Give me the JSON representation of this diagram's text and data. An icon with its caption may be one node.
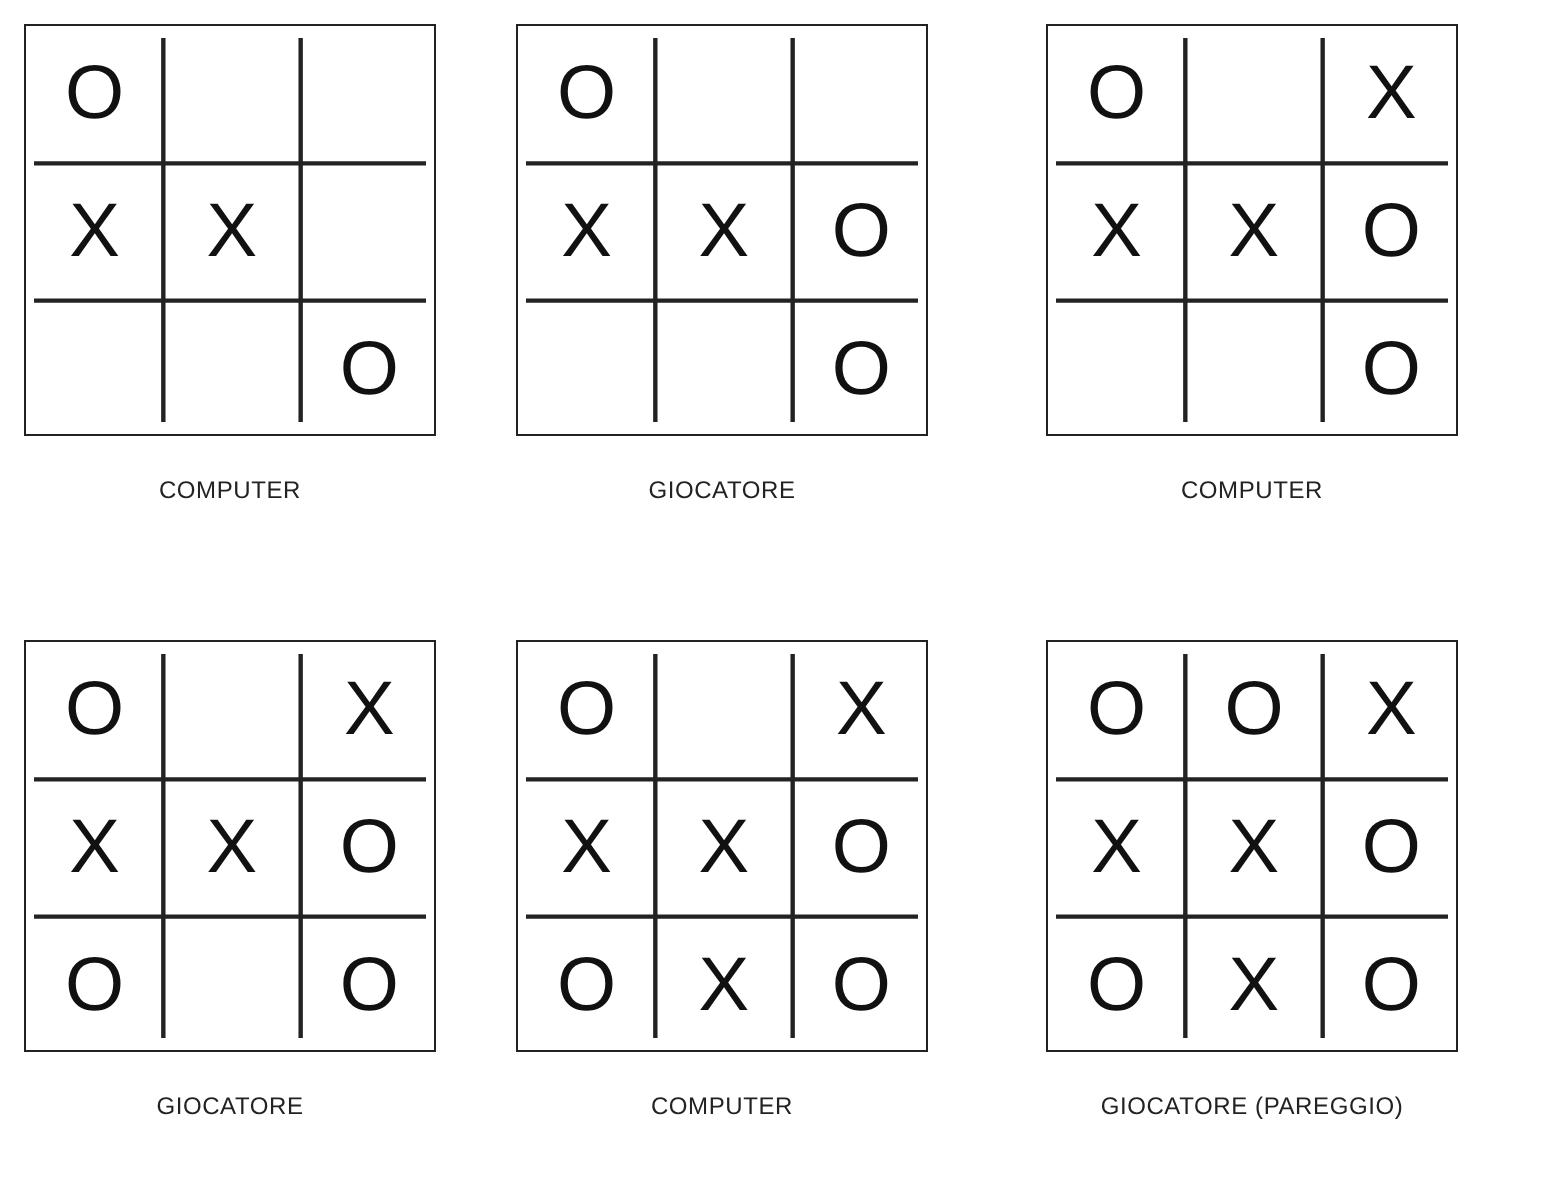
{
  "diagram": {
    "nodes": [
      {
        "text": [],
        "shape": "box",
        "beside": [
          "COMPUTER"
        ]
      },
      {
        "text": [
          "O"
        ],
        "in": 0
      },
      {
        "text": [
          "X"
        ],
        "in": 0
      },
      {
        "text": [
          "X"
        ],
        "in": 0
      },
      {
        "text": [
          "O"
        ],
        "in": 0
      },
      {
        "text": [],
        "shape": "box",
        "beside": [
          "GIOCATORE"
        ]
      },
      {
        "text": [
          "O"
        ],
        "in": 5
      },
      {
        "text": [
          "X"
        ],
        "in": 5
      },
      {
        "text": [
          "X"
        ],
        "in": 5
      },
      {
        "text": [
          "O"
        ],
        "in": 5
      },
      {
        "text": [
          "O"
        ],
        "in": 5
      },
      {
        "text": [],
        "shape": "box",
        "beside": [
          "COMPUTER"
        ]
      },
      {
        "text": [
          "O"
        ],
        "in": 11
      },
      {
        "text": [
          "X"
        ],
        "in": 11
      },
      {
        "text": [
          "X"
        ],
        "in": 11
      },
      {
        "text": [
          "X"
        ],
        "in": 11
      },
      {
        "text": [
          "O"
        ],
        "in": 11
      },
      {
        "text": [
          "O"
        ],
        "in": 11
      },
      {
        "text": [],
        "shape": "box",
        "beside": [
          "GIOCATORE"
        ]
      },
      {
        "text": [
          "O"
        ],
        "in": 18
      },
      {
        "text": [
          "X"
        ],
        "in": 18
      },
      {
        "text": [
          "X"
        ],
        "in": 18
      },
      {
        "text": [
          "X"
        ],
        "in": 18
      },
      {
        "text": [
          "O"
        ],
        "in": 18
      },
      {
        "text": [
          "O"
        ],
        "in": 18
      },
      {
        "text": [
          "O"
        ],
        "in": 18
      },
      {
        "text": [],
        "shape": "box",
        "beside": [
          "COMPUTER"
        ]
      },
      {
        "text": [
          "O"
        ],
        "in": 26
      },
      {
        "text": [
          "X"
        ],
        "in": 26
      },
      {
        "text": [
          "X"
        ],
        "in": 26
      },
      {
        "text": [
          "X"
        ],
        "in": 26
      },
      {
        "text": [
          "O"
        ],
        "in": 26
      },
      {
        "text": [
          "O"
        ],
        "in": 26
      },
      {
        "text": [
          "X"
        ],
        "in": 26
      },
      {
        "text": [
          "O"
        ],
        "in": 26
      },
      {
        "text": [],
        "shape": "box",
        "beside": [
          "GIOCATORE (PAREGGIO)"
        ]
      },
      {
        "text": [
          "O"
        ],
        "in": 35
      },
      {
        "text": [
          "O"
        ],
        "in": 35
      },
      {
        "text": [
          "X"
        ],
        "in": 35
      },
      {
        "text": [
          "X"
        ],
        "in": 35
      },
      {
        "text": [
          "X"
        ],
        "in": 35
      },
      {
        "text": [
          "O"
        ],
        "in": 35
      },
      {
        "text": [
          "O"
        ],
        "in": 35
      },
      {
        "text": [
          "X"
        ],
        "in": 35
      },
      {
        "text": [
          "O"
        ],
        "in": 35
      }
    ]
  }
}
